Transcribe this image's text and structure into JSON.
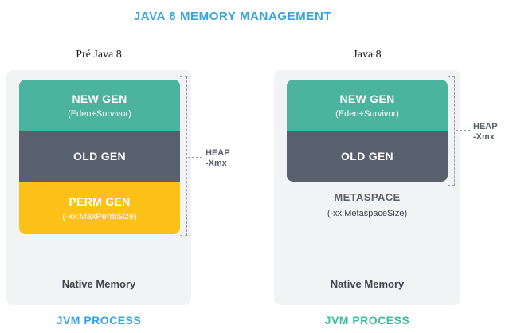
{
  "title": "JAVA 8 MEMORY MANAGEMENT",
  "colors": {
    "title_blue": "#35A2E2",
    "panel_bg": "#F2F3F5",
    "teal_block": "#4BB39E",
    "slate_block": "#57606C",
    "yellow_block": "#FBC117",
    "jvm_left_blue": "#35A2E2",
    "jvm_right_teal": "#41B9A2",
    "bracket_gray": "#9AA1AA"
  },
  "left_panel": {
    "heading": "Pré Java 8",
    "blocks": {
      "new_gen": {
        "label": "NEW GEN",
        "subtitle": "(Eden+Survivor)",
        "color": "#4BB39E"
      },
      "old_gen": {
        "label": "OLD GEN",
        "color": "#57606C"
      },
      "perm_gen": {
        "label": "PERM GEN",
        "subtitle": "(-xx:MaxPermSize)",
        "color": "#FBC117"
      }
    },
    "heap_annotation": {
      "line1": "HEAP",
      "line2": "-Xmx"
    },
    "native_memory": "Native Memory",
    "footer": "JVM PROCESS"
  },
  "right_panel": {
    "heading": "Java 8",
    "blocks": {
      "new_gen": {
        "label": "NEW GEN",
        "subtitle": "(Eden+Survivor)",
        "color": "#4BB39E"
      },
      "old_gen": {
        "label": "OLD GEN",
        "color": "#57606C"
      }
    },
    "metaspace": {
      "label": "METASPACE",
      "subtitle": "(-xx:MetaspaceSize)"
    },
    "heap_annotation": {
      "line1": "HEAP",
      "line2": "-Xmx"
    },
    "native_memory": "Native Memory",
    "footer": "JVM PROCESS"
  }
}
